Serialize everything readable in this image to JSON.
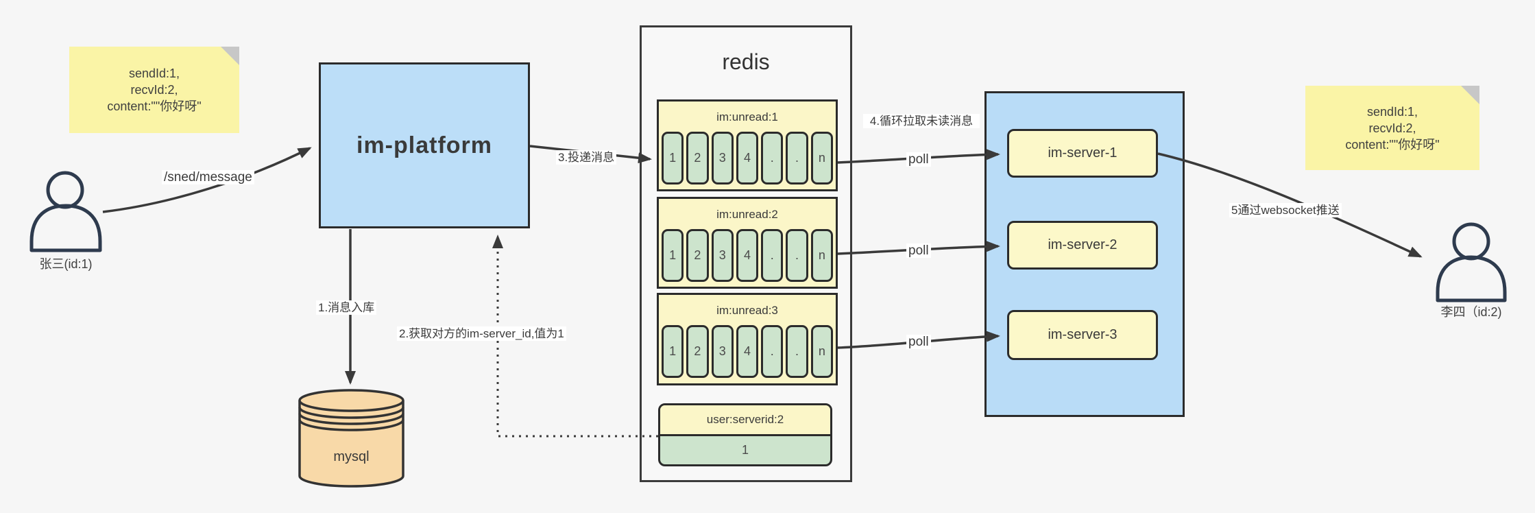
{
  "notes": {
    "left": {
      "line1": "sendId:1,",
      "line2": "recvId:2,",
      "line3": "content:\"\"你好呀\""
    },
    "right": {
      "line1": "sendId:1,",
      "line2": "recvId:2,",
      "line3": "content:\"\"你好呀\""
    }
  },
  "actors": {
    "sender": {
      "label": "张三(id:1)"
    },
    "receiver": {
      "label": "李四（id:2)"
    }
  },
  "platform": {
    "label": "im-platform"
  },
  "database": {
    "label": "mysql"
  },
  "redis": {
    "title": "redis",
    "queues": [
      {
        "header": "im:unread:1",
        "cells": [
          "1",
          "2",
          "3",
          "4",
          ".",
          ".",
          "n"
        ]
      },
      {
        "header": "im:unread:2",
        "cells": [
          "1",
          "2",
          "3",
          "4",
          ".",
          ".",
          "n"
        ]
      },
      {
        "header": "im:unread:3",
        "cells": [
          "1",
          "2",
          "3",
          "4",
          ".",
          ".",
          "n"
        ]
      }
    ],
    "user_server_map": {
      "header": "user:serverid:2",
      "value": "1"
    }
  },
  "cluster": {
    "servers": [
      {
        "label": "im-server-1"
      },
      {
        "label": "im-server-2"
      },
      {
        "label": "im-server-3"
      }
    ]
  },
  "flow_labels": {
    "send_api": "/sned/message",
    "step1": "1.消息入库",
    "step2": "2.获取对方的im-server_id,值为1",
    "step3": "3.投递消息",
    "step4": "4.循环拉取未读消息",
    "step5": "5通过websocket推送",
    "poll": "poll"
  },
  "colors": {
    "background": "#f6f6f6",
    "blue_box": "#bcdef8",
    "cluster_blue": "#b9dcf7",
    "note_yellow": "#faf4a6",
    "node_yellow": "#fcf8c9",
    "queue_yellow": "#fbf6c8",
    "cell_green": "#cde4cd",
    "db_orange": "#f8d9a8",
    "line": "#3a3a3a"
  }
}
